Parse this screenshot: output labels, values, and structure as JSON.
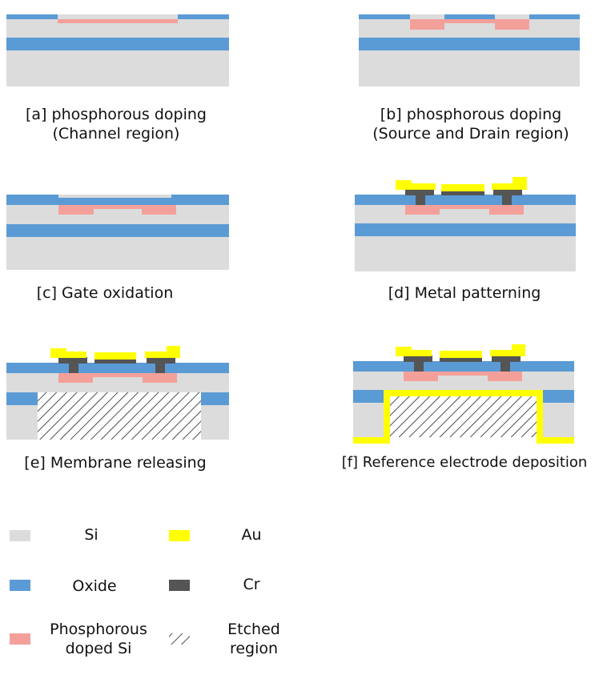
{
  "steps": [
    {
      "label": "[a] phosphorous doping",
      "sublabel": "(Channel region)"
    },
    {
      "label": "[b] phosphorous doping",
      "sublabel": "(Source and Drain region)"
    },
    {
      "label": "[c] Gate oxidation"
    },
    {
      "label": "[d] Metal patterning"
    },
    {
      "label": "[e] Membrane releasing"
    },
    {
      "label": "[f] Reference electrode deposition"
    }
  ],
  "legend": [
    {
      "label": "Si",
      "material": "si"
    },
    {
      "label": "Au",
      "material": "au"
    },
    {
      "label": "Oxide",
      "material": "oxide"
    },
    {
      "label": "Cr",
      "material": "cr"
    },
    {
      "label": "Phosphorous doped Si",
      "line1": "Phosphorous",
      "line2": "doped Si",
      "material": "doped"
    },
    {
      "label": "Etched region",
      "line1": "Etched",
      "line2": "region",
      "material": "etched"
    }
  ],
  "colors": {
    "si": "#dcdcdc",
    "oxide": "#5b9bd5",
    "doped": "#f4a09a",
    "au": "#ffff00",
    "cr": "#555555",
    "etched": "#ffffff"
  }
}
